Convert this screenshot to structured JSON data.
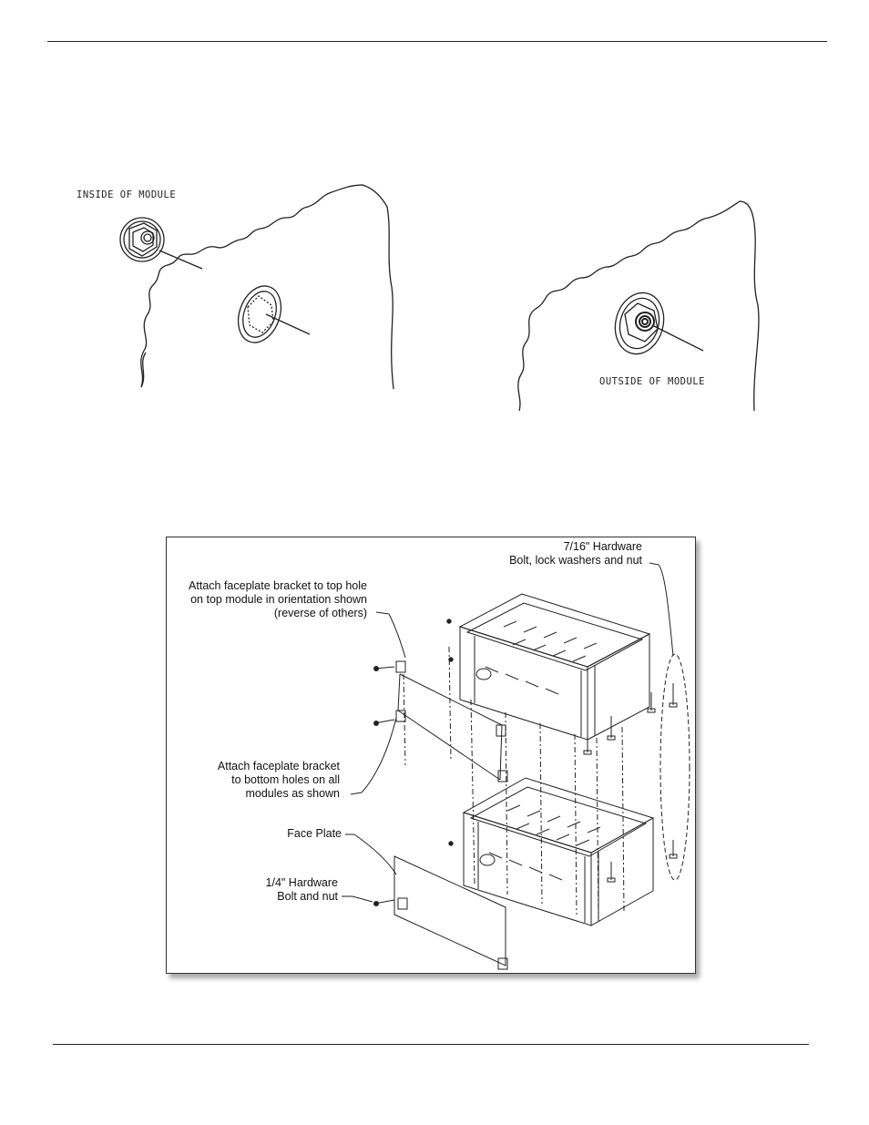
{
  "sketch_left": {
    "label": "INSIDE OF MODULE"
  },
  "sketch_right": {
    "label": "OUTSIDE OF MODULE"
  },
  "assembly": {
    "callouts": {
      "hardware_716": [
        "7/16\" Hardware",
        "Bolt, lock washers and nut"
      ],
      "top_bracket": [
        "Attach faceplate bracket to top hole",
        "on top module in orientation shown",
        "(reverse of others)"
      ],
      "bottom_bracket": [
        "Attach faceplate bracket",
        "to bottom holes on all",
        "modules as shown"
      ],
      "face_plate": [
        "Face Plate"
      ],
      "hardware_14": [
        "1/4\" Hardware",
        "Bolt and nut"
      ]
    }
  }
}
